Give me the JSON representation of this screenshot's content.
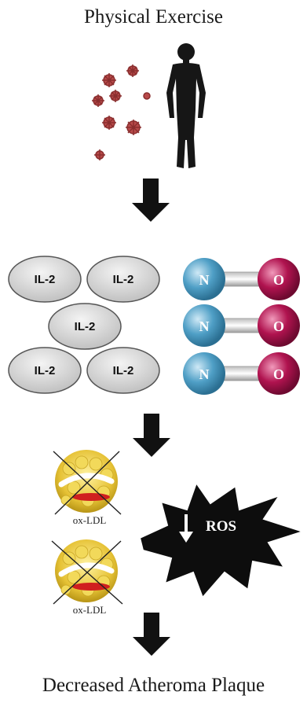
{
  "title_top": "Physical Exercise",
  "title_bottom": "Decreased Atheroma Plaque",
  "cytokine": {
    "label": "IL-2",
    "count": 5
  },
  "no_molecule": {
    "n_label": "N",
    "o_label": "O",
    "count": 3
  },
  "ox_ldl": {
    "label": "ox-LDL",
    "count": 2
  },
  "ros": {
    "label": "ROS",
    "direction": "decrease"
  },
  "colors": {
    "nitrogen": "#4f9fc6",
    "oxygen": "#b0134f",
    "cytokine_fill": "#dcdcdc",
    "pathogen": "#c0504d",
    "arrow": "#111111"
  }
}
